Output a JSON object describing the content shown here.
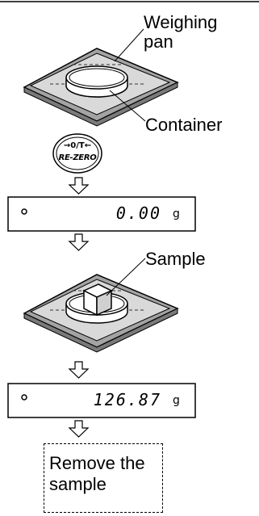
{
  "labels": {
    "weighing_pan_line1": "Weighing",
    "weighing_pan_line2": "pan",
    "container": "Container",
    "sample": "Sample"
  },
  "button": {
    "line1": "→0/T←",
    "line2": "RE-ZERO"
  },
  "display1": {
    "value": "0.00",
    "unit": "g"
  },
  "display2": {
    "value": "126.87",
    "unit": "g"
  },
  "final_step": {
    "line1": "Remove the",
    "line2": "sample"
  }
}
